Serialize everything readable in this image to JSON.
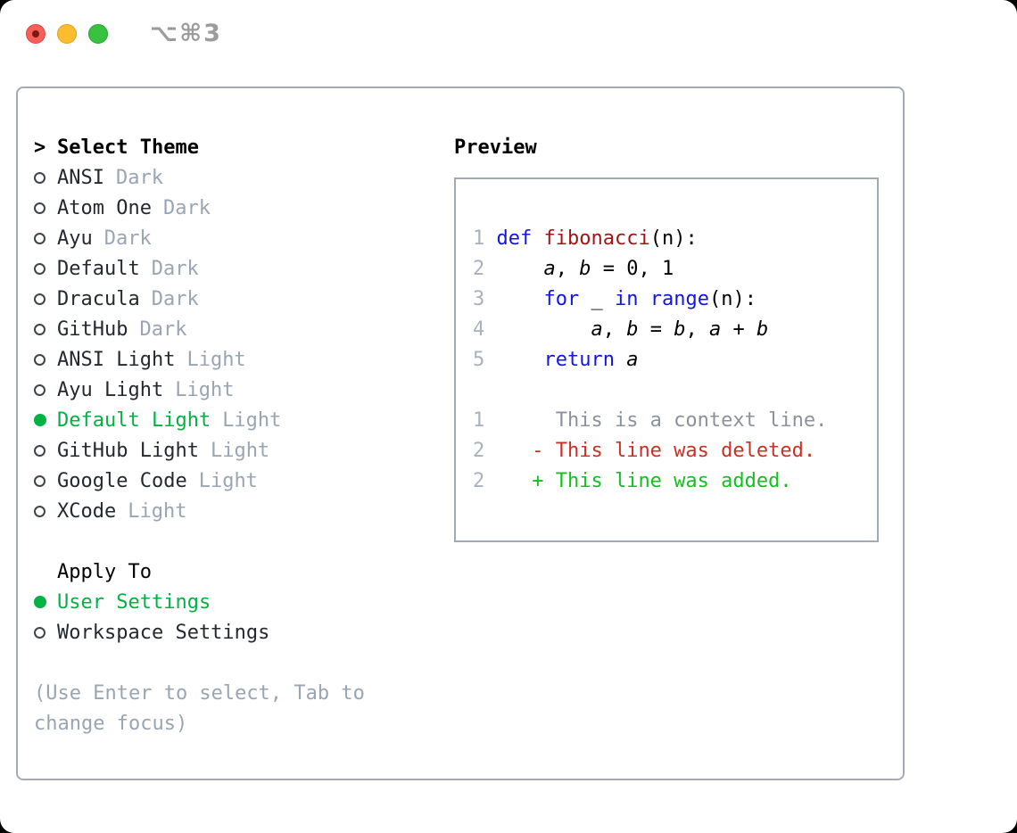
{
  "titlebar": {
    "shortcut": "⌥⌘3"
  },
  "panel": {
    "theme_section": {
      "prompt": ">",
      "title": "Select Theme",
      "items": [
        {
          "name": "ANSI",
          "tag": "Dark",
          "selected": false
        },
        {
          "name": "Atom One",
          "tag": "Dark",
          "selected": false
        },
        {
          "name": "Ayu",
          "tag": "Dark",
          "selected": false
        },
        {
          "name": "Default",
          "tag": "Dark",
          "selected": false
        },
        {
          "name": "Dracula",
          "tag": "Dark",
          "selected": false
        },
        {
          "name": "GitHub",
          "tag": "Dark",
          "selected": false
        },
        {
          "name": "ANSI Light",
          "tag": "Light",
          "selected": false
        },
        {
          "name": "Ayu Light",
          "tag": "Light",
          "selected": false
        },
        {
          "name": "Default Light",
          "tag": "Light",
          "selected": true
        },
        {
          "name": "GitHub Light",
          "tag": "Light",
          "selected": false
        },
        {
          "name": "Google Code",
          "tag": "Light",
          "selected": false
        },
        {
          "name": "XCode",
          "tag": "Light",
          "selected": false
        }
      ]
    },
    "apply_section": {
      "title": "Apply To",
      "items": [
        {
          "name": "User Settings",
          "selected": true
        },
        {
          "name": "Workspace Settings",
          "selected": false
        }
      ]
    },
    "hint_lines": [
      "(Use Enter to select, Tab to",
      "change focus)"
    ]
  },
  "preview": {
    "title": "Preview",
    "code_lines": [
      [
        [
          "num",
          "1 "
        ],
        [
          "kw",
          "def"
        ],
        [
          "plain",
          " "
        ],
        [
          "fn",
          "fibonacci"
        ],
        [
          "plain",
          "(n):"
        ]
      ],
      [
        [
          "num",
          "2"
        ],
        [
          "plain",
          "     "
        ],
        [
          "var",
          "a"
        ],
        [
          "plain",
          ", "
        ],
        [
          "var",
          "b"
        ],
        [
          "plain",
          " = 0, 1"
        ]
      ],
      [
        [
          "num",
          "3"
        ],
        [
          "plain",
          "     "
        ],
        [
          "kw",
          "for"
        ],
        [
          "plain",
          " _ "
        ],
        [
          "kw",
          "in"
        ],
        [
          "plain",
          " "
        ],
        [
          "kw",
          "range"
        ],
        [
          "plain",
          "(n):"
        ]
      ],
      [
        [
          "num",
          "4"
        ],
        [
          "plain",
          "         "
        ],
        [
          "var",
          "a"
        ],
        [
          "plain",
          ", "
        ],
        [
          "var",
          "b"
        ],
        [
          "plain",
          " = "
        ],
        [
          "var",
          "b"
        ],
        [
          "plain",
          ", "
        ],
        [
          "var",
          "a"
        ],
        [
          "plain",
          " + "
        ],
        [
          "var",
          "b"
        ]
      ],
      [
        [
          "num",
          "5"
        ],
        [
          "plain",
          "     "
        ],
        [
          "kw",
          "return"
        ],
        [
          "plain",
          " "
        ],
        [
          "var",
          "a"
        ]
      ],
      [],
      [
        [
          "num",
          "1"
        ],
        [
          "ctx",
          "      This is a context line."
        ]
      ],
      [
        [
          "num",
          "2"
        ],
        [
          "plain",
          "    "
        ],
        [
          "del",
          "- This line was deleted."
        ]
      ],
      [
        [
          "num",
          "2"
        ],
        [
          "plain",
          "    "
        ],
        [
          "add",
          "+ This line was added."
        ]
      ]
    ]
  },
  "colors": {
    "accent_green": "#00b342",
    "keyword_blue": "#1414e6",
    "function_red": "#a31515",
    "deleted_red": "#cc3024",
    "added_green": "#13c01f",
    "line_number_gray": "#a8b2bf",
    "muted_gray": "#9aa5b3",
    "border_gray": "#a2aab6",
    "traffic_red": "#f4605a",
    "traffic_yellow": "#f9bd2e",
    "traffic_green": "#38c23f"
  }
}
